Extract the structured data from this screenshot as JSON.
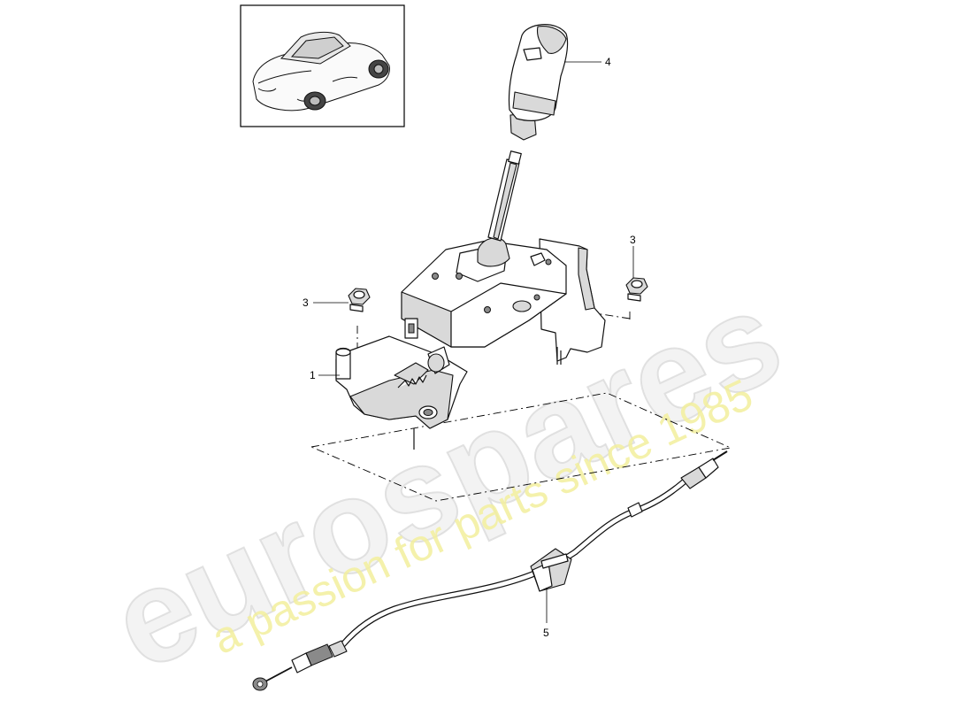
{
  "watermark": {
    "brand": "eurospares",
    "tagline": "a passion for parts since 1985"
  },
  "callouts": [
    {
      "id": "1",
      "label": "1"
    },
    {
      "id": "3a",
      "label": "3"
    },
    {
      "id": "3b",
      "label": "3"
    },
    {
      "id": "4",
      "label": "4"
    },
    {
      "id": "5",
      "label": "5"
    }
  ],
  "icons": {
    "thumbnail": "convertible-car-icon",
    "parts": [
      "gear-selector-housing",
      "gear-shift-knob",
      "hex-nut",
      "hex-nut",
      "selector-cable"
    ]
  },
  "colors": {
    "line": "#000000",
    "watermark_text": "#e0e0e0",
    "watermark_tagline": "#f2ee9c"
  }
}
